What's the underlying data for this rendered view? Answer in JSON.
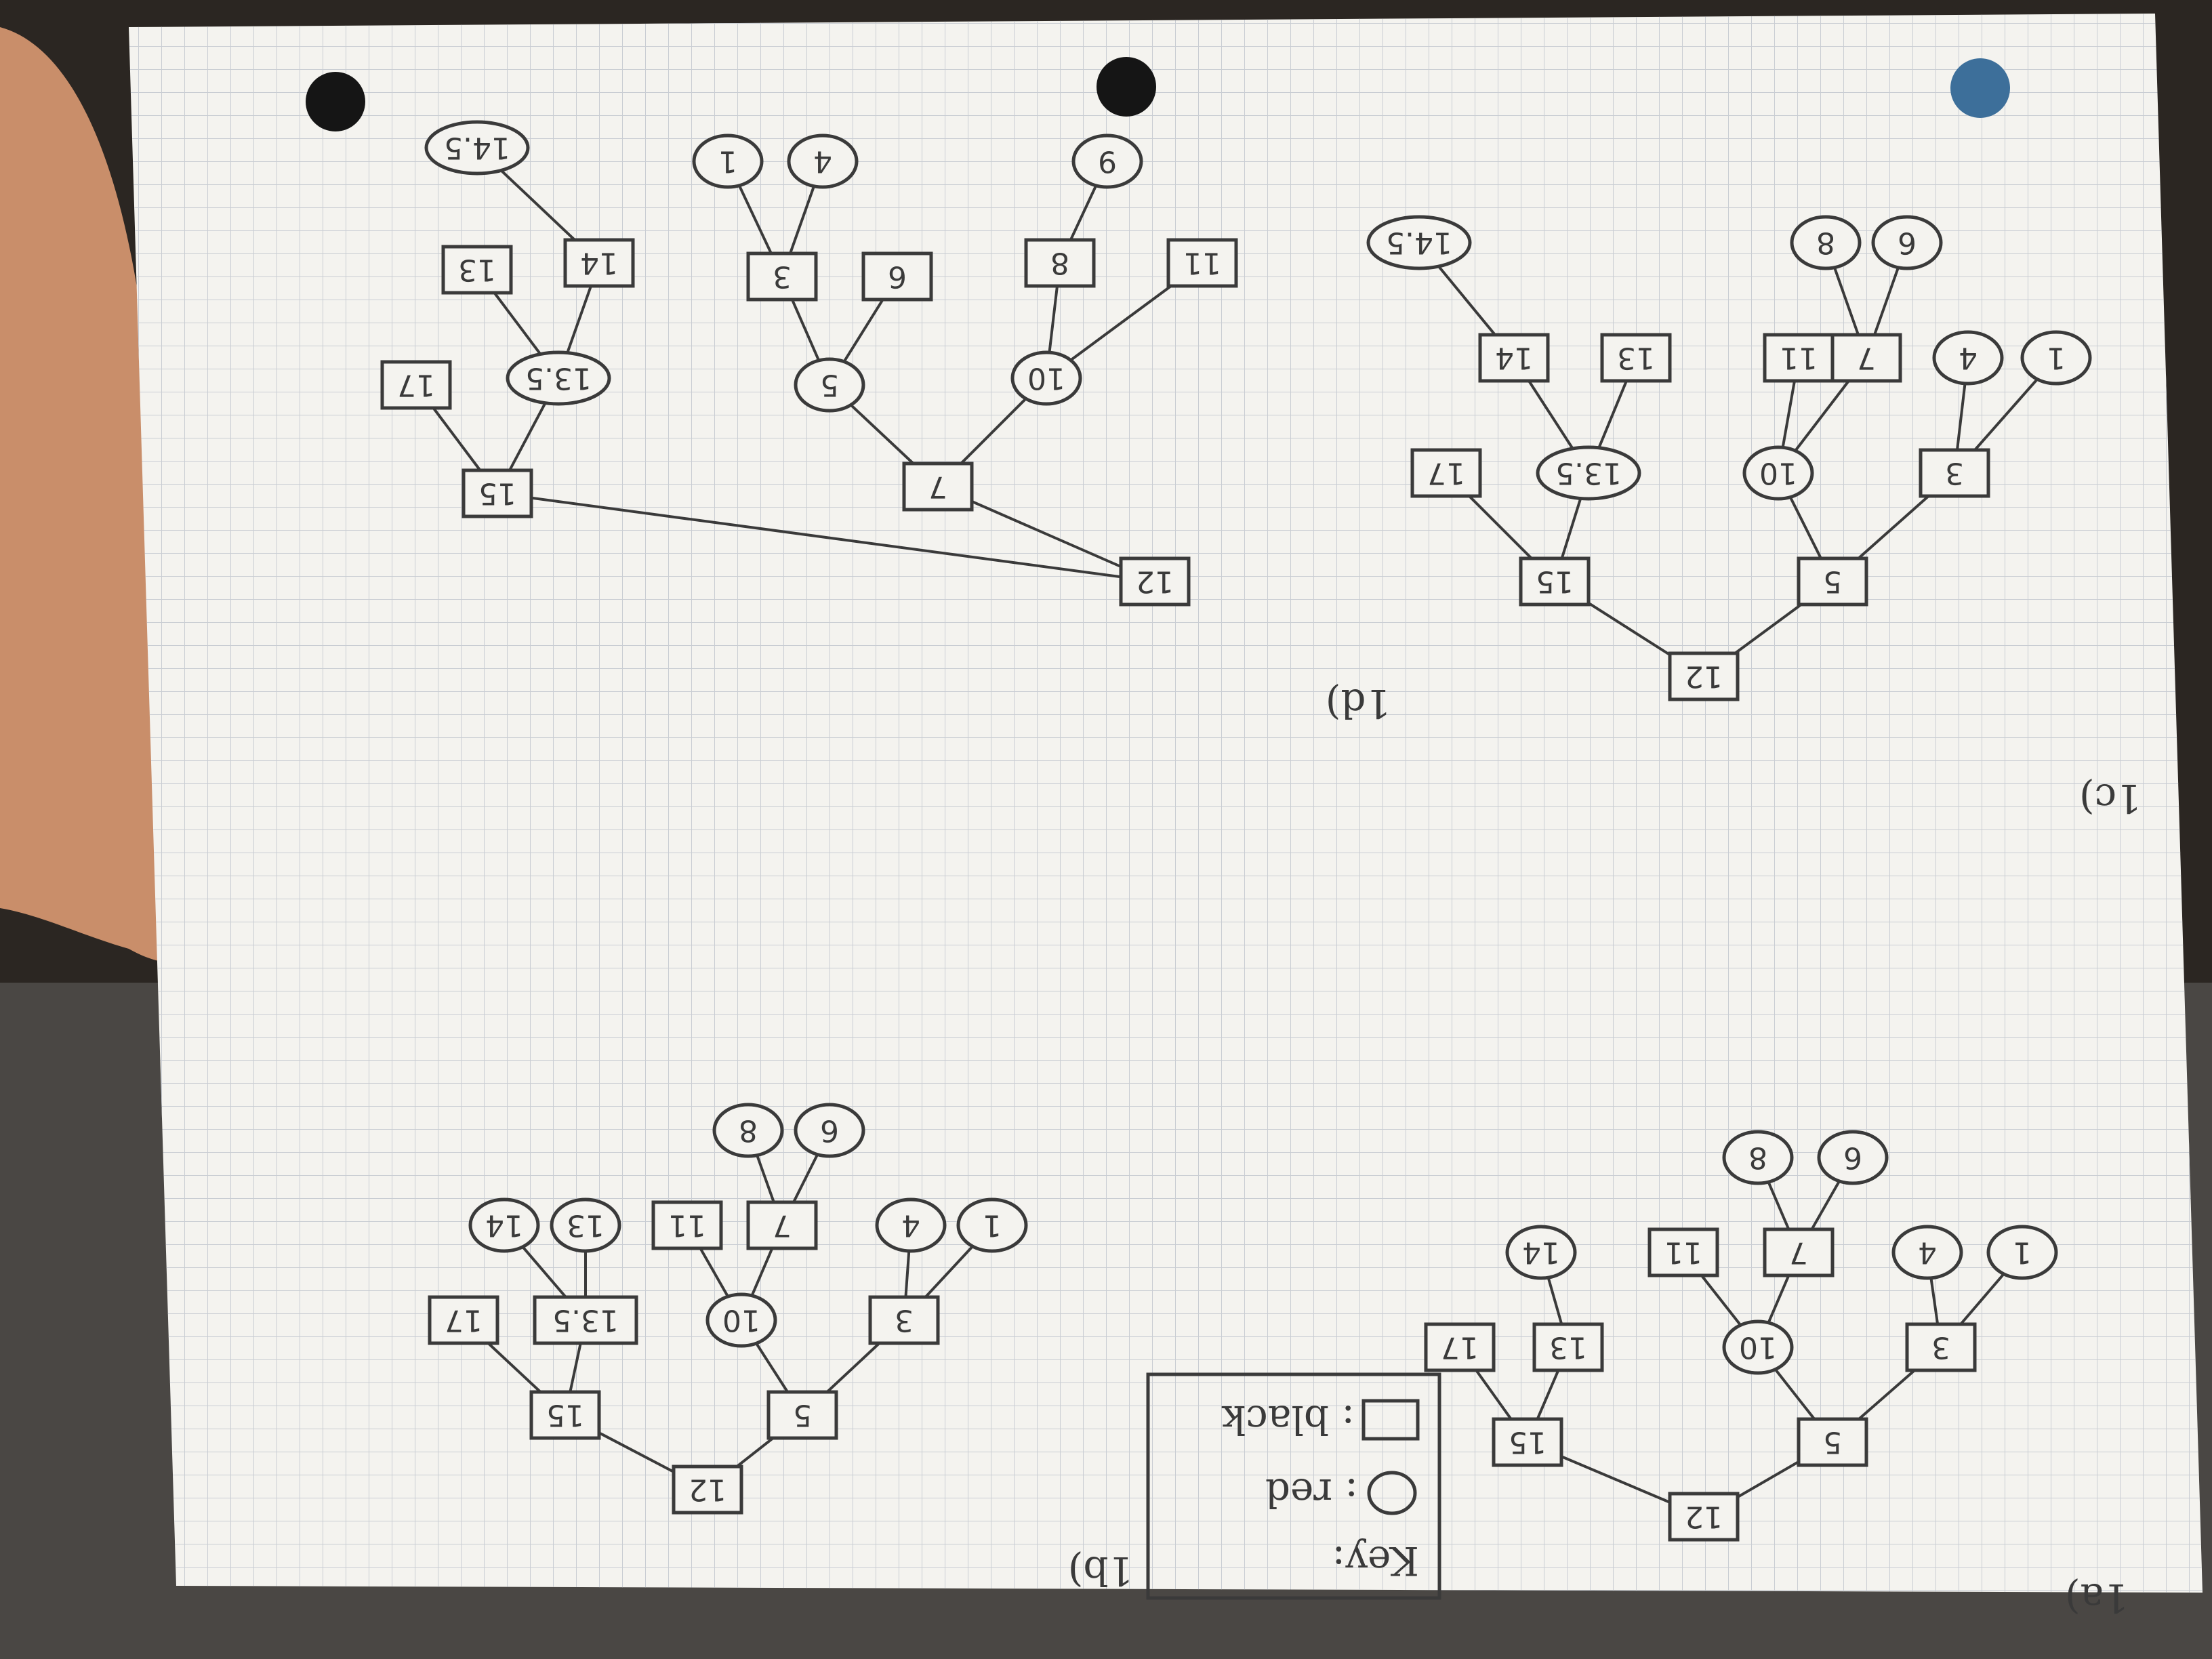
{
  "colors": {
    "paper": "#f4f3ef",
    "grid": "#c9cdd3",
    "ink": "#3a3a3a",
    "background": "#2b2622",
    "hand": "#c98e6a"
  },
  "key": {
    "title": "Key:",
    "red_label": ": red",
    "black_label": ": black"
  },
  "trees": [
    {
      "label": "1a)",
      "nodes": [
        {
          "id": "12",
          "label": "12",
          "color": "black"
        },
        {
          "id": "5",
          "label": "5",
          "color": "black"
        },
        {
          "id": "15",
          "label": "15",
          "color": "black"
        },
        {
          "id": "3",
          "label": "3",
          "color": "black"
        },
        {
          "id": "10",
          "label": "10",
          "color": "red"
        },
        {
          "id": "13",
          "label": "13",
          "color": "black"
        },
        {
          "id": "17",
          "label": "17",
          "color": "black"
        },
        {
          "id": "1",
          "label": "1",
          "color": "red"
        },
        {
          "id": "4",
          "label": "4",
          "color": "red"
        },
        {
          "id": "7",
          "label": "7",
          "color": "black"
        },
        {
          "id": "11",
          "label": "11",
          "color": "black"
        },
        {
          "id": "14",
          "label": "14",
          "color": "red"
        },
        {
          "id": "6",
          "label": "6",
          "color": "red"
        },
        {
          "id": "8",
          "label": "8",
          "color": "red"
        }
      ],
      "edges": [
        [
          "12",
          "5"
        ],
        [
          "12",
          "15"
        ],
        [
          "5",
          "3"
        ],
        [
          "5",
          "10"
        ],
        [
          "15",
          "13"
        ],
        [
          "15",
          "17"
        ],
        [
          "3",
          "1"
        ],
        [
          "3",
          "4"
        ],
        [
          "10",
          "7"
        ],
        [
          "10",
          "11"
        ],
        [
          "13",
          "14"
        ],
        [
          "7",
          "6"
        ],
        [
          "7",
          "8"
        ]
      ]
    },
    {
      "label": "1b)",
      "nodes": [
        {
          "id": "12",
          "label": "12",
          "color": "black"
        },
        {
          "id": "5",
          "label": "5",
          "color": "black"
        },
        {
          "id": "15",
          "label": "15",
          "color": "black"
        },
        {
          "id": "3",
          "label": "3",
          "color": "black"
        },
        {
          "id": "10",
          "label": "10",
          "color": "red"
        },
        {
          "id": "13.5",
          "label": "13.5",
          "color": "black"
        },
        {
          "id": "17",
          "label": "17",
          "color": "black"
        },
        {
          "id": "1",
          "label": "1",
          "color": "red"
        },
        {
          "id": "4",
          "label": "4",
          "color": "red"
        },
        {
          "id": "7",
          "label": "7",
          "color": "black"
        },
        {
          "id": "11",
          "label": "11",
          "color": "black"
        },
        {
          "id": "13",
          "label": "13",
          "color": "red"
        },
        {
          "id": "14",
          "label": "14",
          "color": "red"
        },
        {
          "id": "6",
          "label": "6",
          "color": "red"
        },
        {
          "id": "8",
          "label": "8",
          "color": "red"
        }
      ],
      "edges": [
        [
          "12",
          "5"
        ],
        [
          "12",
          "15"
        ],
        [
          "5",
          "3"
        ],
        [
          "5",
          "10"
        ],
        [
          "15",
          "13.5"
        ],
        [
          "15",
          "17"
        ],
        [
          "3",
          "1"
        ],
        [
          "3",
          "4"
        ],
        [
          "10",
          "7"
        ],
        [
          "10",
          "11"
        ],
        [
          "13.5",
          "13"
        ],
        [
          "13.5",
          "14"
        ],
        [
          "7",
          "6"
        ],
        [
          "7",
          "8"
        ]
      ]
    },
    {
      "label": "1c)",
      "nodes": [
        {
          "id": "12",
          "label": "12",
          "color": "black"
        },
        {
          "id": "5",
          "label": "5",
          "color": "black"
        },
        {
          "id": "15",
          "label": "15",
          "color": "black"
        },
        {
          "id": "3",
          "label": "3",
          "color": "black"
        },
        {
          "id": "10",
          "label": "10",
          "color": "red"
        },
        {
          "id": "13.5",
          "label": "13.5",
          "color": "red"
        },
        {
          "id": "17",
          "label": "17",
          "color": "black"
        },
        {
          "id": "1",
          "label": "1",
          "color": "red"
        },
        {
          "id": "4",
          "label": "4",
          "color": "red"
        },
        {
          "id": "7",
          "label": "7",
          "color": "black"
        },
        {
          "id": "11",
          "label": "11",
          "color": "black"
        },
        {
          "id": "13",
          "label": "13",
          "color": "black"
        },
        {
          "id": "14",
          "label": "14",
          "color": "black"
        },
        {
          "id": "6",
          "label": "6",
          "color": "red"
        },
        {
          "id": "8",
          "label": "8",
          "color": "red"
        },
        {
          "id": "14.5",
          "label": "14.5",
          "color": "red"
        }
      ],
      "edges": [
        [
          "12",
          "5"
        ],
        [
          "12",
          "15"
        ],
        [
          "5",
          "3"
        ],
        [
          "5",
          "10"
        ],
        [
          "15",
          "13.5"
        ],
        [
          "15",
          "17"
        ],
        [
          "3",
          "1"
        ],
        [
          "3",
          "4"
        ],
        [
          "10",
          "7"
        ],
        [
          "10",
          "11"
        ],
        [
          "13.5",
          "13"
        ],
        [
          "13.5",
          "14"
        ],
        [
          "7",
          "6"
        ],
        [
          "7",
          "8"
        ],
        [
          "14",
          "14.5"
        ]
      ]
    },
    {
      "label": "1d)",
      "nodes": [
        {
          "id": "12",
          "label": "12",
          "color": "black"
        },
        {
          "id": "7",
          "label": "7",
          "color": "black"
        },
        {
          "id": "15",
          "label": "15",
          "color": "black"
        },
        {
          "id": "5",
          "label": "5",
          "color": "red"
        },
        {
          "id": "10",
          "label": "10",
          "color": "red"
        },
        {
          "id": "13.5",
          "label": "13.5",
          "color": "red"
        },
        {
          "id": "17",
          "label": "17",
          "color": "black"
        },
        {
          "id": "3",
          "label": "3",
          "color": "black"
        },
        {
          "id": "6",
          "label": "6",
          "color": "black"
        },
        {
          "id": "8",
          "label": "8",
          "color": "black"
        },
        {
          "id": "11",
          "label": "11",
          "color": "black"
        },
        {
          "id": "13",
          "label": "13",
          "color": "black"
        },
        {
          "id": "14",
          "label": "14",
          "color": "black"
        },
        {
          "id": "1",
          "label": "1",
          "color": "red"
        },
        {
          "id": "4",
          "label": "4",
          "color": "red"
        },
        {
          "id": "9",
          "label": "9",
          "color": "red"
        },
        {
          "id": "14.5",
          "label": "14.5",
          "color": "red"
        }
      ],
      "edges": [
        [
          "12",
          "7"
        ],
        [
          "12",
          "15"
        ],
        [
          "7",
          "5"
        ],
        [
          "7",
          "10"
        ],
        [
          "15",
          "13.5"
        ],
        [
          "15",
          "17"
        ],
        [
          "5",
          "3"
        ],
        [
          "5",
          "6"
        ],
        [
          "10",
          "8"
        ],
        [
          "10",
          "11"
        ],
        [
          "13.5",
          "13"
        ],
        [
          "13.5",
          "14"
        ],
        [
          "3",
          "1"
        ],
        [
          "3",
          "4"
        ],
        [
          "8",
          "9"
        ],
        [
          "14",
          "14.5"
        ]
      ]
    }
  ]
}
